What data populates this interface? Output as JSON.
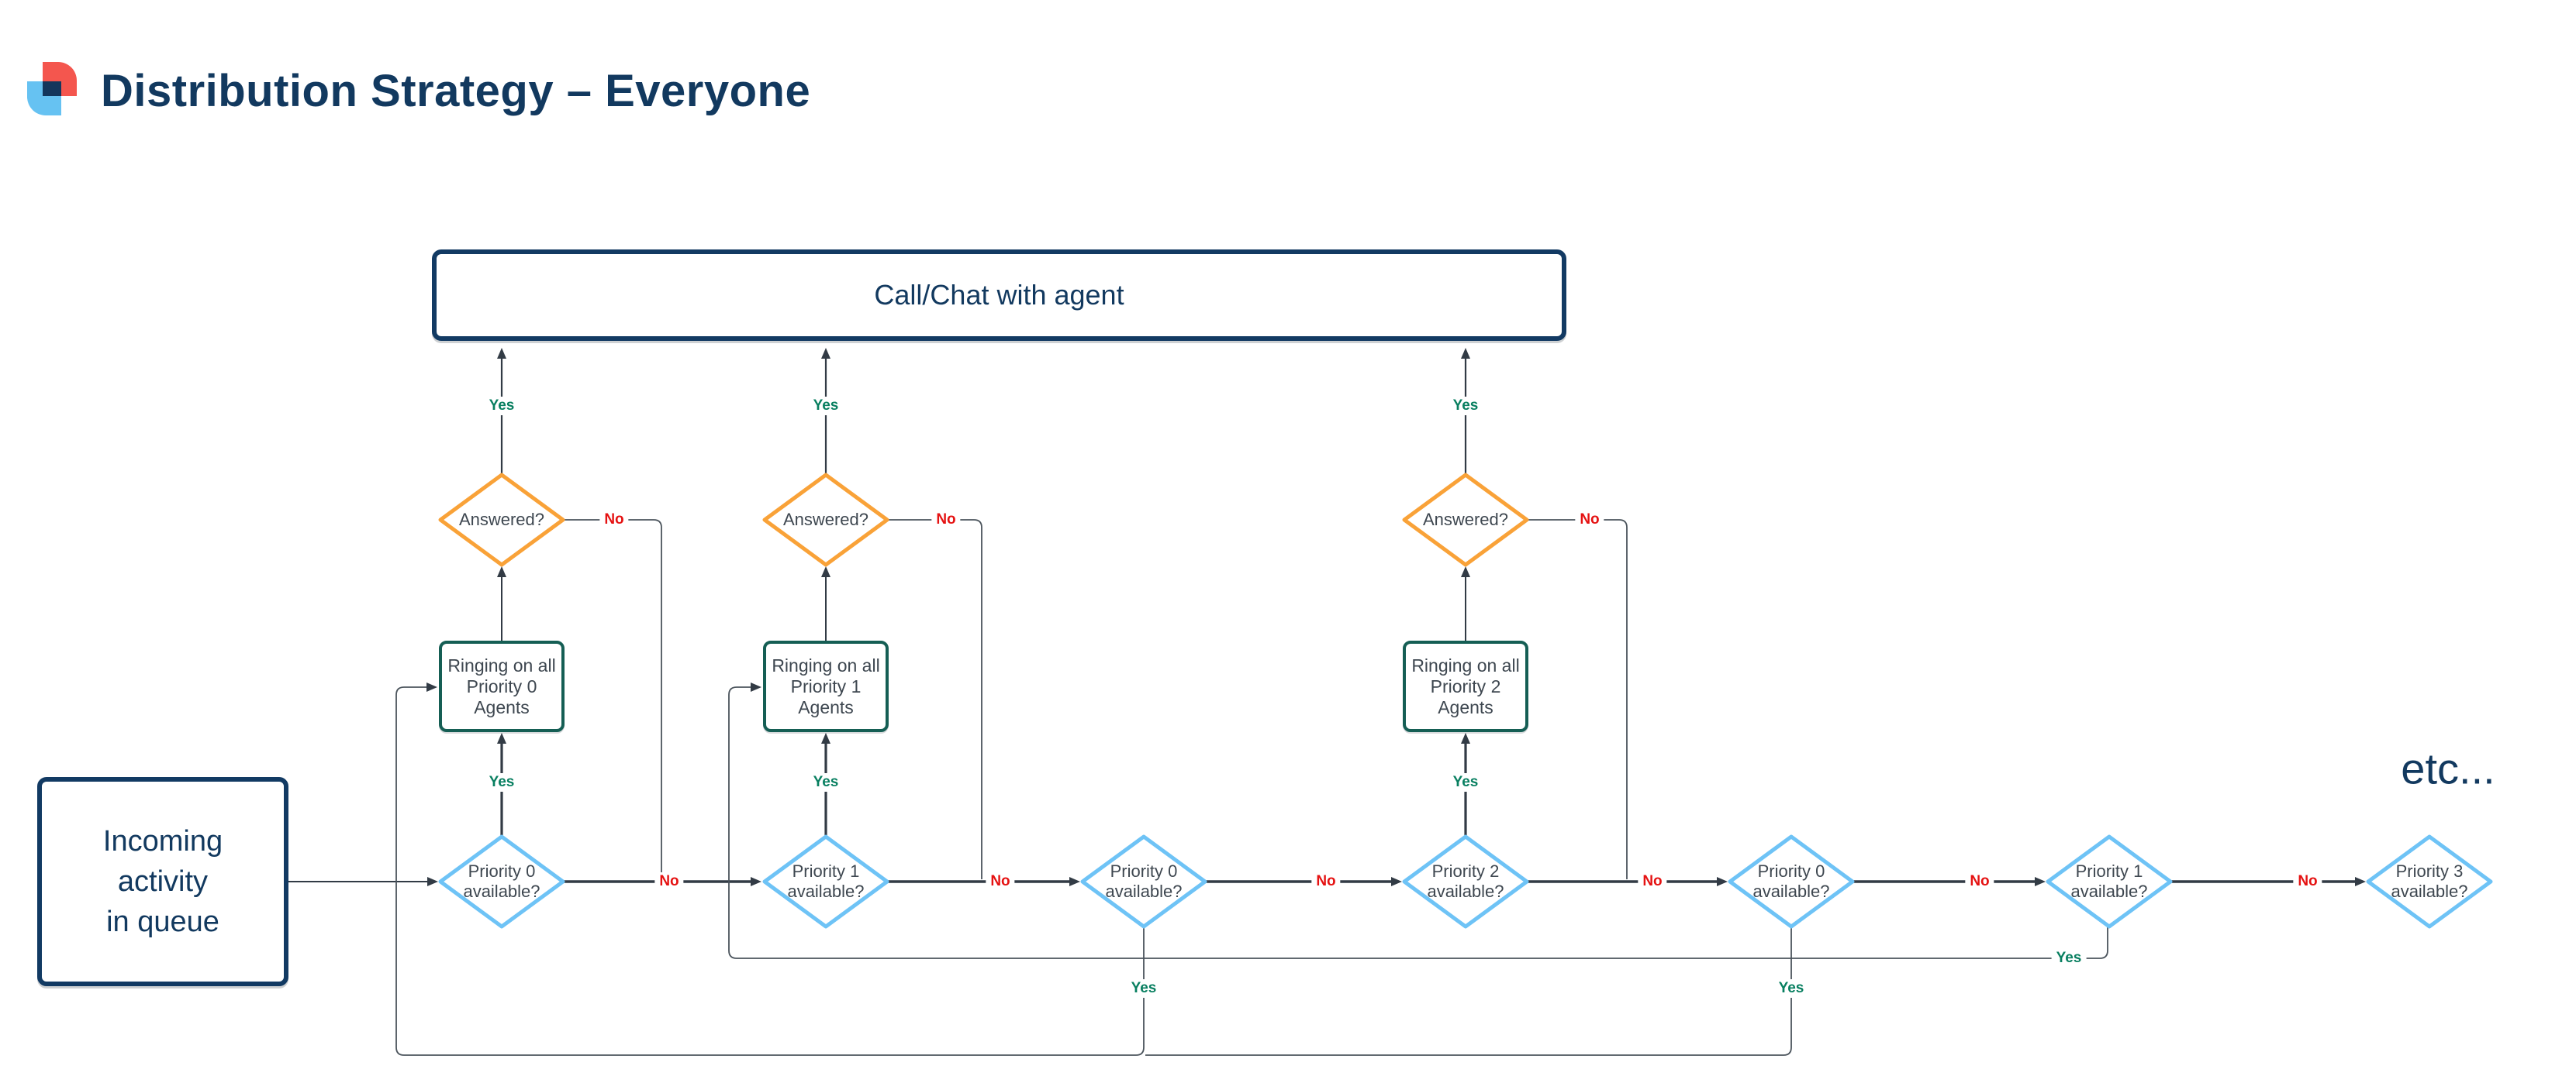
{
  "title": "Distribution Strategy – Everyone",
  "etc_label": "etc...",
  "edge_labels": {
    "yes": "Yes",
    "no": "No"
  },
  "nodes": {
    "call_chat": {
      "label": "Call/Chat with agent"
    },
    "incoming": {
      "lines": [
        "Incoming",
        "activity",
        "in queue"
      ]
    },
    "answered_label": "Answered?",
    "ringing": [
      {
        "lines": [
          "Ringing on all",
          "Priority 0",
          "Agents"
        ]
      },
      {
        "lines": [
          "Ringing on all",
          "Priority 1",
          "Agents"
        ]
      },
      {
        "lines": [
          "Ringing on all",
          "Priority 2",
          "Agents"
        ]
      }
    ],
    "priority_checks": [
      {
        "lines": [
          "Priority 0",
          "available?"
        ]
      },
      {
        "lines": [
          "Priority 1",
          "available?"
        ]
      },
      {
        "lines": [
          "Priority 0",
          "available?"
        ]
      },
      {
        "lines": [
          "Priority 2",
          "available?"
        ]
      },
      {
        "lines": [
          "Priority 0",
          "available?"
        ]
      },
      {
        "lines": [
          "Priority 1",
          "available?"
        ]
      },
      {
        "lines": [
          "Priority 3",
          "available?"
        ]
      }
    ]
  },
  "colors": {
    "navy": "#12395f",
    "terminator_border": "#123a63",
    "process_border": "#155e54",
    "decision_answered_border": "#f9a238",
    "decision_priority_border": "#6ec3f6",
    "line_dark": "#323b45",
    "line_loop": "#4b545c",
    "yes_label": "#087f60",
    "no_label": "#e51212",
    "logo_red": "#f4564e",
    "logo_blue": "#66c2f2",
    "logo_overlap": "#14365c"
  }
}
